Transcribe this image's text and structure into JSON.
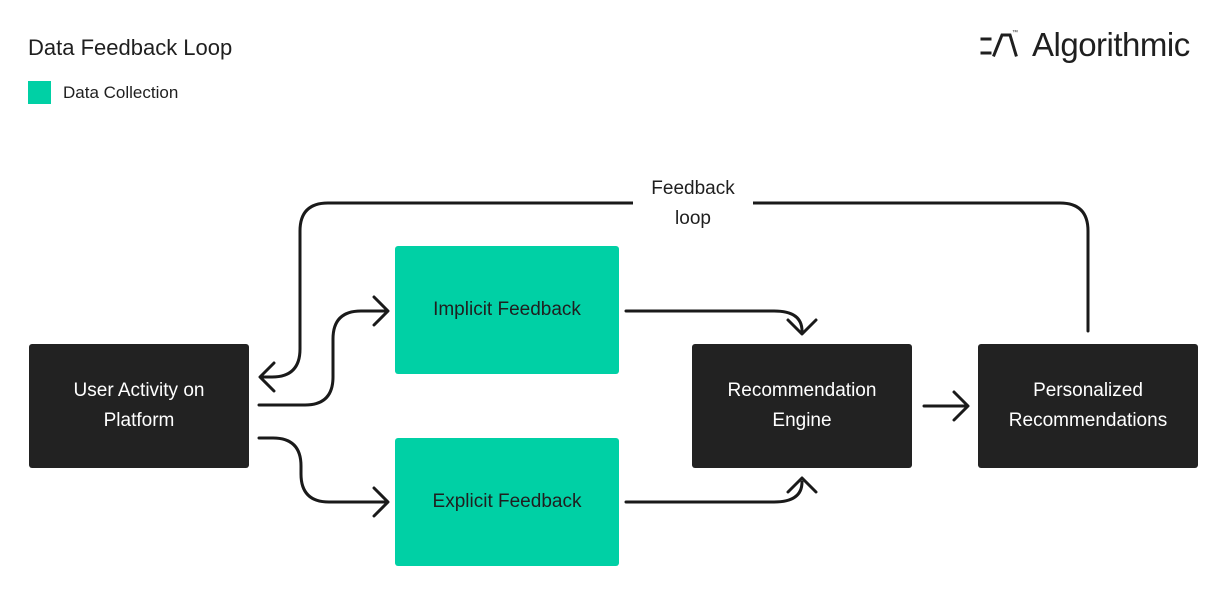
{
  "header": {
    "title": "Data Feedback Loop",
    "brand": "Algorithmic",
    "brand_mark": "™"
  },
  "legend": {
    "items": [
      {
        "label": "Data Collection",
        "color": "#00d0a5"
      }
    ]
  },
  "colors": {
    "node_dark": "#222222",
    "node_green": "#00d0a5",
    "edge": "#1a1a1a"
  },
  "nodes": {
    "user_activity": "User Activity on\nPlatform",
    "implicit": "Implicit Feedback",
    "explicit": "Explicit Feedback",
    "engine": "Recommendation\nEngine",
    "personalized": "Personalized\nRecommendations"
  },
  "edges": {
    "loop_label": "Feedback\nloop"
  }
}
